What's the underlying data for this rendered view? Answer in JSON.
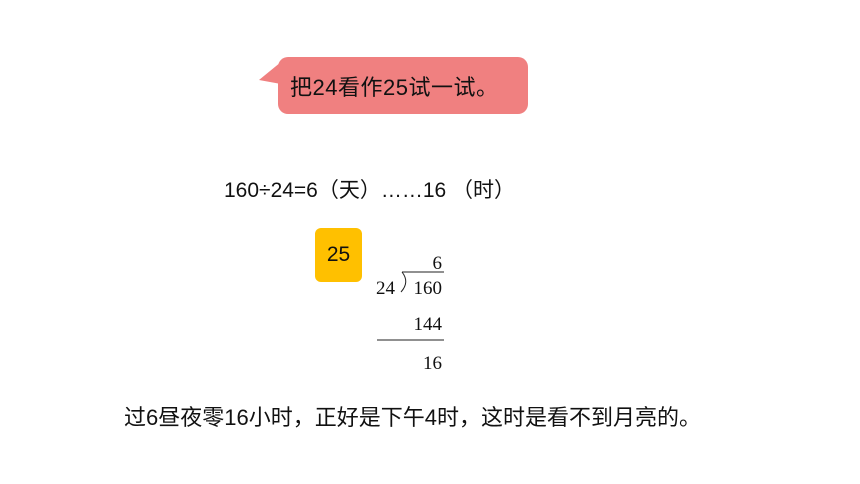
{
  "bubble": {
    "text": "把24看作25试一试。",
    "color": "#f08080"
  },
  "equation": {
    "text": "160÷24=6（天）……16 （时）"
  },
  "badge": {
    "text": "25",
    "color": "#ffc000"
  },
  "division": {
    "quotient": "6",
    "divisor": "24",
    "dividend": "160",
    "product": "144",
    "remainder": "16"
  },
  "conclusion": {
    "text": "过6昼夜零16小时，正好是下午4时，这时是看不到月亮的。"
  }
}
